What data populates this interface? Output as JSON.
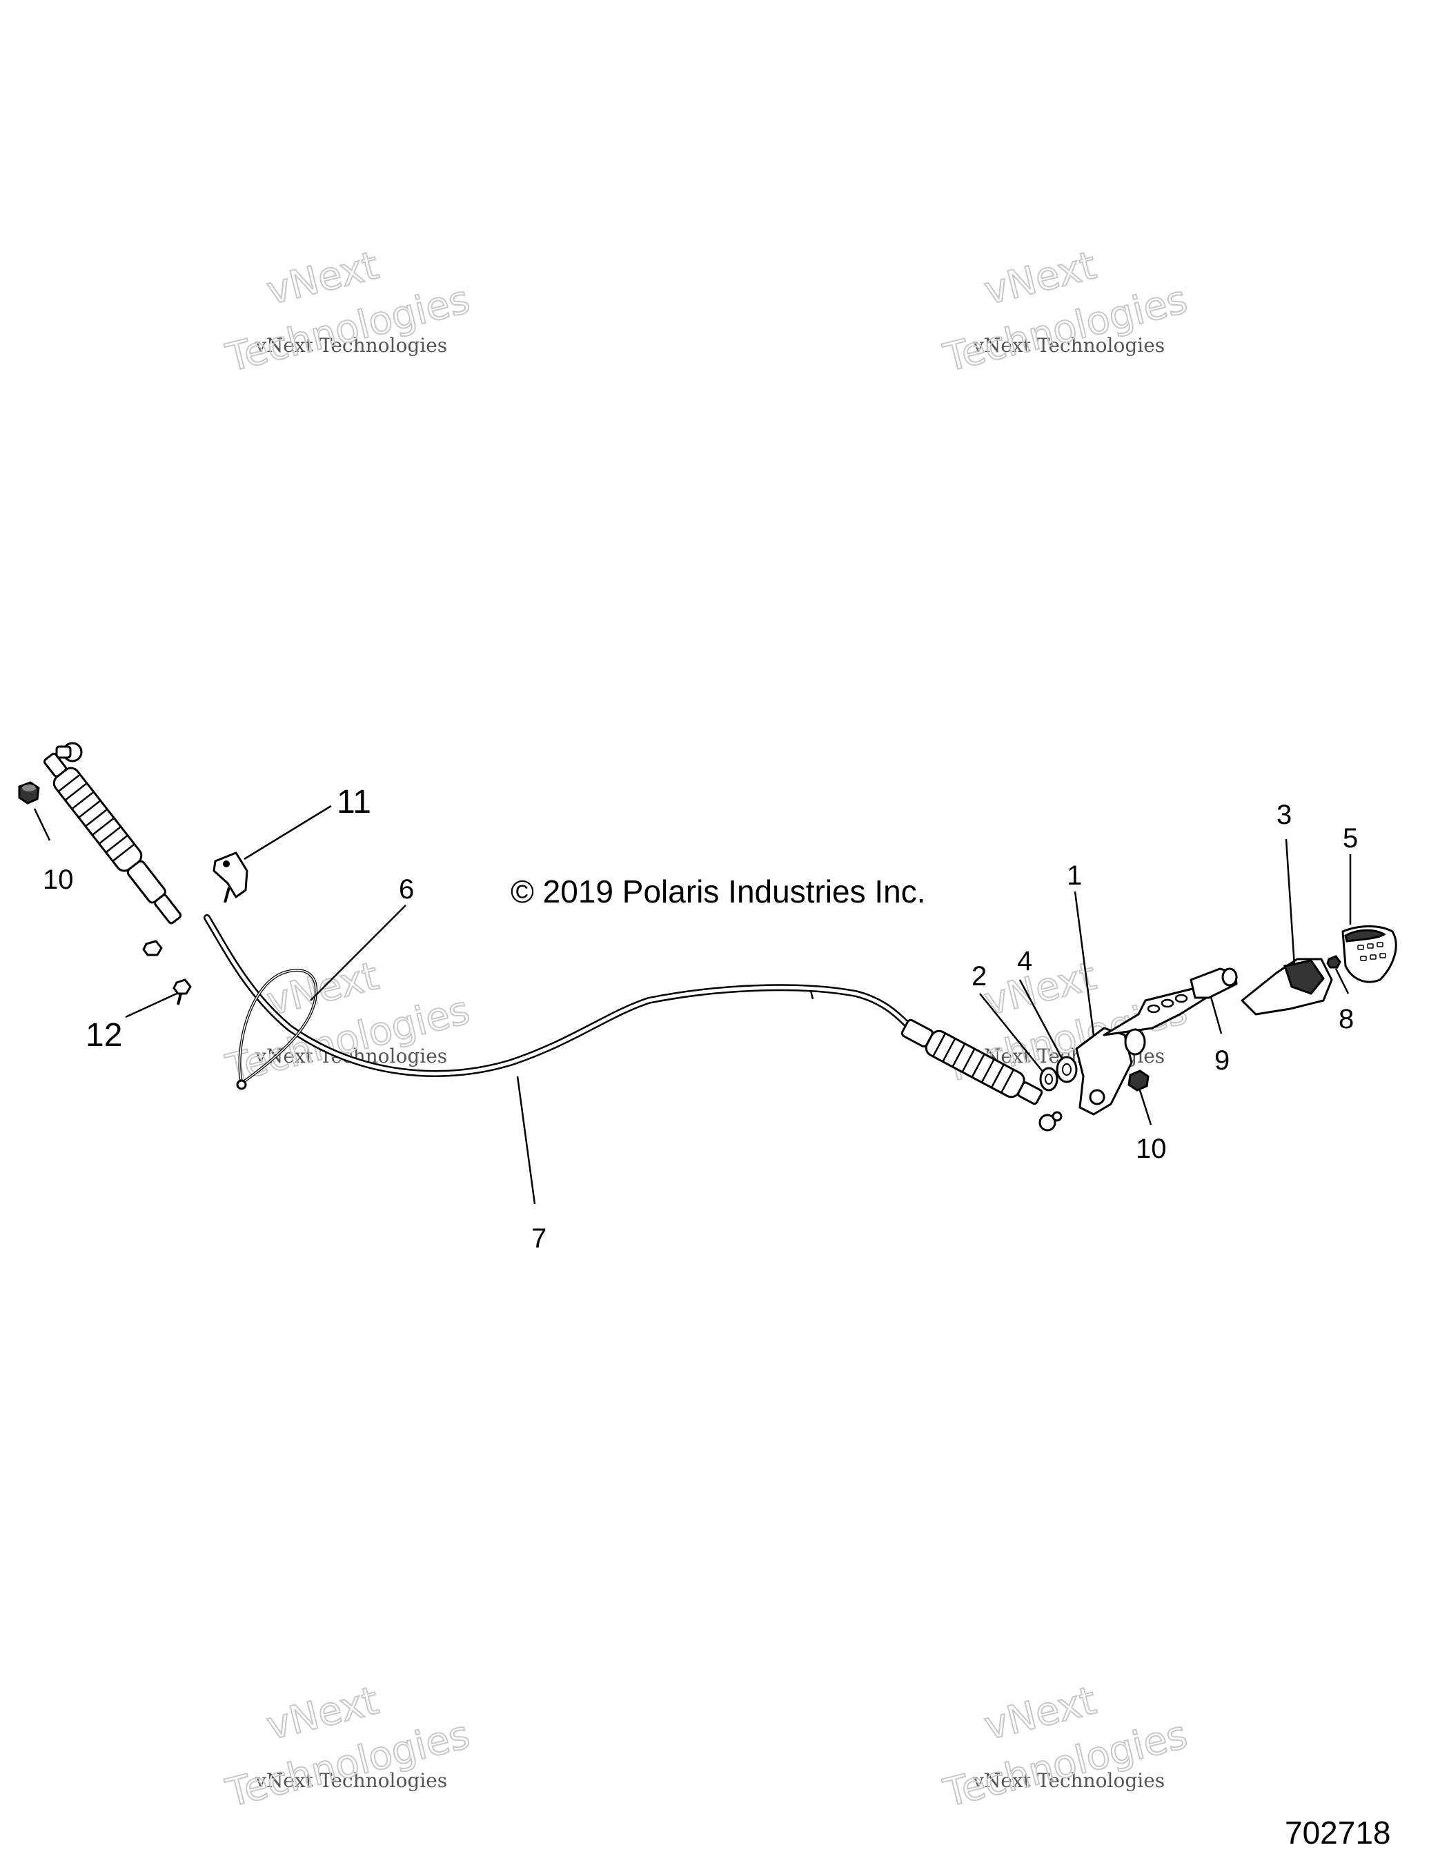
{
  "copyright": "© 2019 Polaris Industries Inc.",
  "figure_number": "702718",
  "watermark": {
    "line1": "vNext",
    "line2": "vNext Technologies",
    "line3": "Technologies"
  },
  "callouts": [
    {
      "id": "1",
      "label": "1"
    },
    {
      "id": "2",
      "label": "2"
    },
    {
      "id": "3",
      "label": "3"
    },
    {
      "id": "4",
      "label": "4"
    },
    {
      "id": "5",
      "label": "5"
    },
    {
      "id": "6",
      "label": "6"
    },
    {
      "id": "7",
      "label": "7"
    },
    {
      "id": "8",
      "label": "8"
    },
    {
      "id": "9",
      "label": "9"
    },
    {
      "id": "10a",
      "label": "10"
    },
    {
      "id": "10b",
      "label": "10"
    },
    {
      "id": "11",
      "label": "11"
    },
    {
      "id": "12",
      "label": "12"
    }
  ]
}
